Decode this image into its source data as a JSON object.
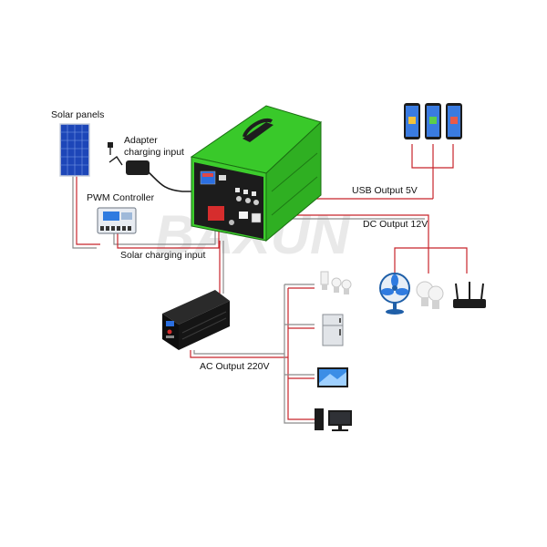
{
  "labels": {
    "solar_panels": "Solar panels",
    "adapter_line1": "Adapter",
    "adapter_line2": "charging input",
    "pwm_controller": "PWM Controller",
    "solar_charging_input": "Solar charging input",
    "usb_output": "USB Output 5V",
    "dc_output": "DC Output 12V",
    "ac_output": "AC Output 220V"
  },
  "watermark": "BAXUN",
  "colors": {
    "wire_red": "#c8242b",
    "wire_gray": "#8a8a8a",
    "device_green": "#39c92a",
    "device_dark": "#1b1b1b",
    "panel_blue": "#1d46b8"
  },
  "icons": {
    "solar_panel": "solar-panel-icon",
    "adapter": "power-adapter-icon",
    "pwm": "charge-controller-icon",
    "power_station": "power-station-icon",
    "inverter": "inverter-icon",
    "phones": "smartphone-icon",
    "fan": "fan-icon",
    "bulbs": "light-bulb-icon",
    "router": "router-icon",
    "ac_devices": [
      "light-bulbs-icon",
      "refrigerator-icon",
      "television-icon",
      "desktop-computer-icon"
    ]
  }
}
